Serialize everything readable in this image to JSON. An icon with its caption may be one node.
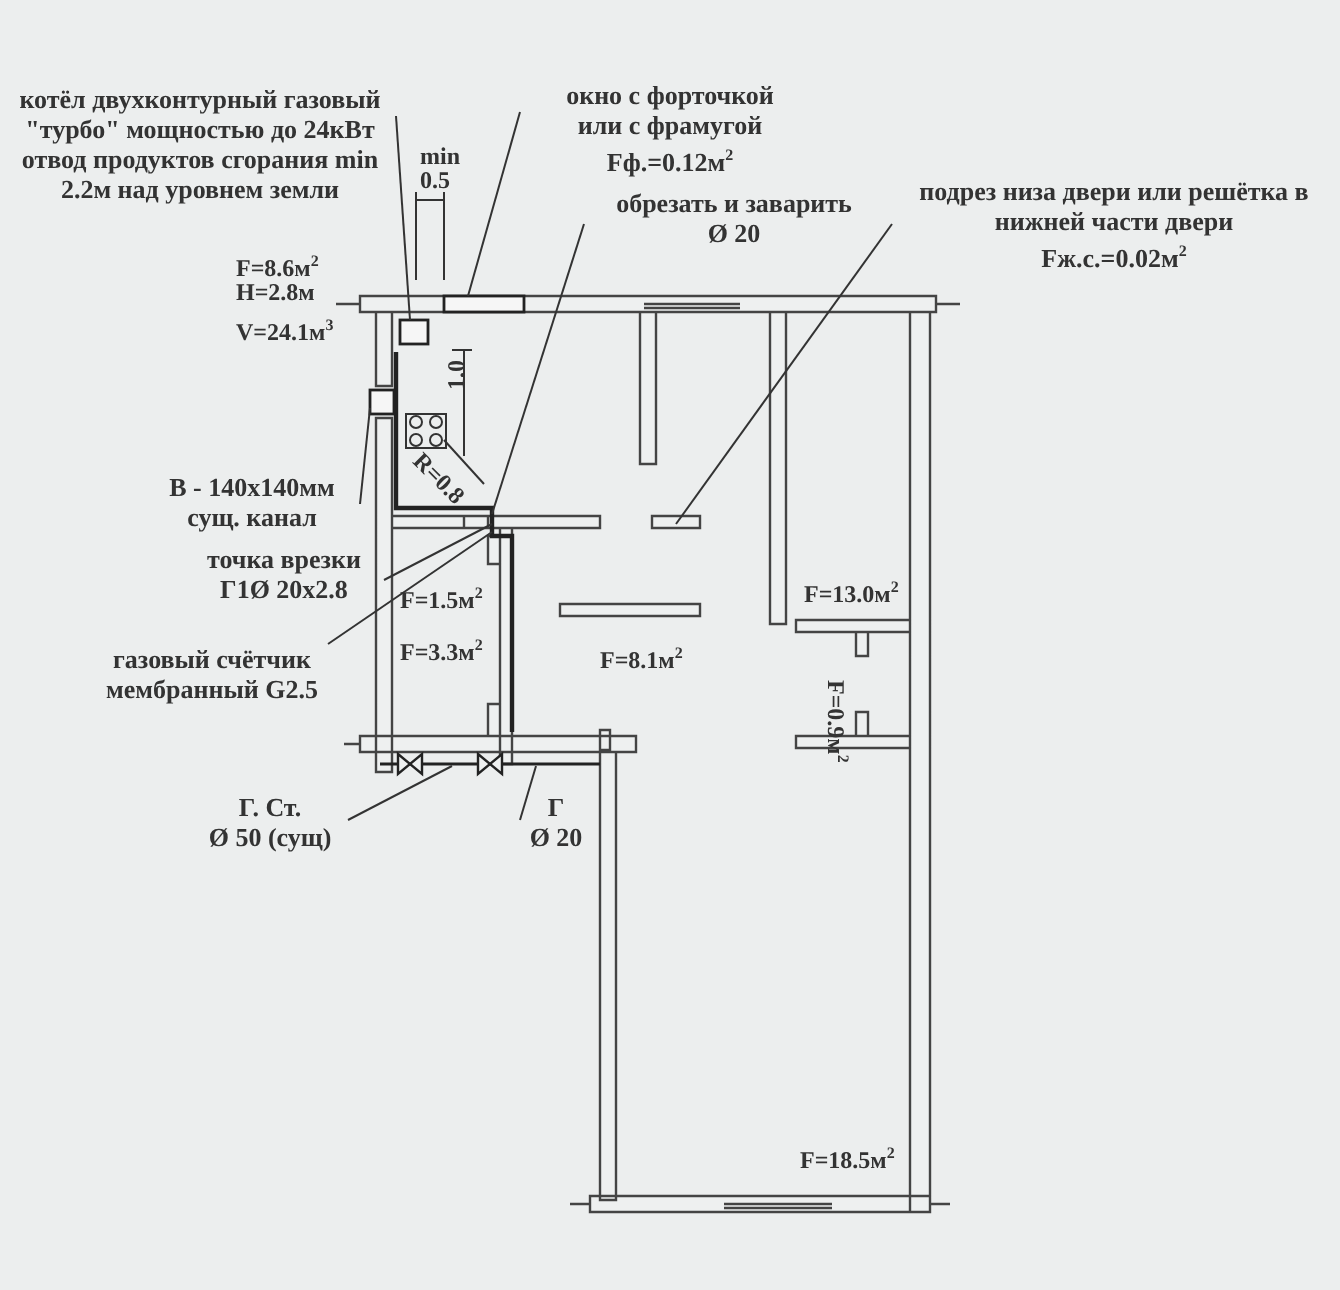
{
  "diagram": {
    "nodes": [
      {
        "text": [
          "котёл двухконтурный газовый \"турбо\" мощностью до 24кВт отвод продуктов сгорания min 2.2м над уровнем земли"
        ]
      },
      {
        "text": [],
        "shape": "box"
      },
      {
        "text": [
          "окно с форточкой",
          "или с фрамугой",
          "Fф.=0.12м$^{2}$"
        ]
      },
      {
        "text": [],
        "shape": "box"
      },
      {
        "text": [
          "обрезать и заварить",
          "Ø 20"
        ]
      },
      {
        "text": [
          "подрез низа двери или решётка в нижней части двери",
          "Fж.с.=0.02м$^{2}$"
        ]
      },
      {
        "text": [
          "В - 140х140мм",
          "сущ. канал"
        ]
      },
      {
        "text": [],
        "shape": "box"
      },
      {
        "text": [
          "точка врезки",
          "Г1Ø 20х2.8"
        ]
      },
      {
        "text": [
          "газовый счётчик мембранный G2.5"
        ]
      },
      {
        "text": [
          "Г. Ст.",
          "Ø 50 (сущ)"
        ]
      },
      {
        "text": [
          "Г",
          "Ø 20"
        ]
      }
    ],
    "edges": [
      {
        "from": 0,
        "to": 1,
        "arrow": "none"
      },
      {
        "from": 2,
        "to": 3,
        "arrow": "none"
      },
      {
        "from": 4,
        "to": null,
        "arrow": "none"
      },
      {
        "from": 5,
        "to": null,
        "arrow": "none"
      },
      {
        "from": 6,
        "to": 7,
        "arrow": "none"
      },
      {
        "from": 8,
        "to": null,
        "arrow": "none"
      },
      {
        "from": 9,
        "to": null,
        "arrow": "none"
      },
      {
        "from": 10,
        "to": null,
        "arrow": "none"
      },
      {
        "from": 11,
        "to": null,
        "arrow": "none"
      }
    ],
    "labels": [
      "min",
      "0.5",
      "F=8.6м$^{2}$",
      "H=2.8м",
      "V=24.1м$^{3}$",
      "1.0",
      "R=0.8",
      "F=1.5м$^{2}$",
      "F=3.3м$^{2}$",
      "F=8.1м$^{2}$",
      "F=13.0м$^{2}$",
      "F=0.9м$^{2}$",
      "F=18.5м$^{2}$"
    ]
  }
}
